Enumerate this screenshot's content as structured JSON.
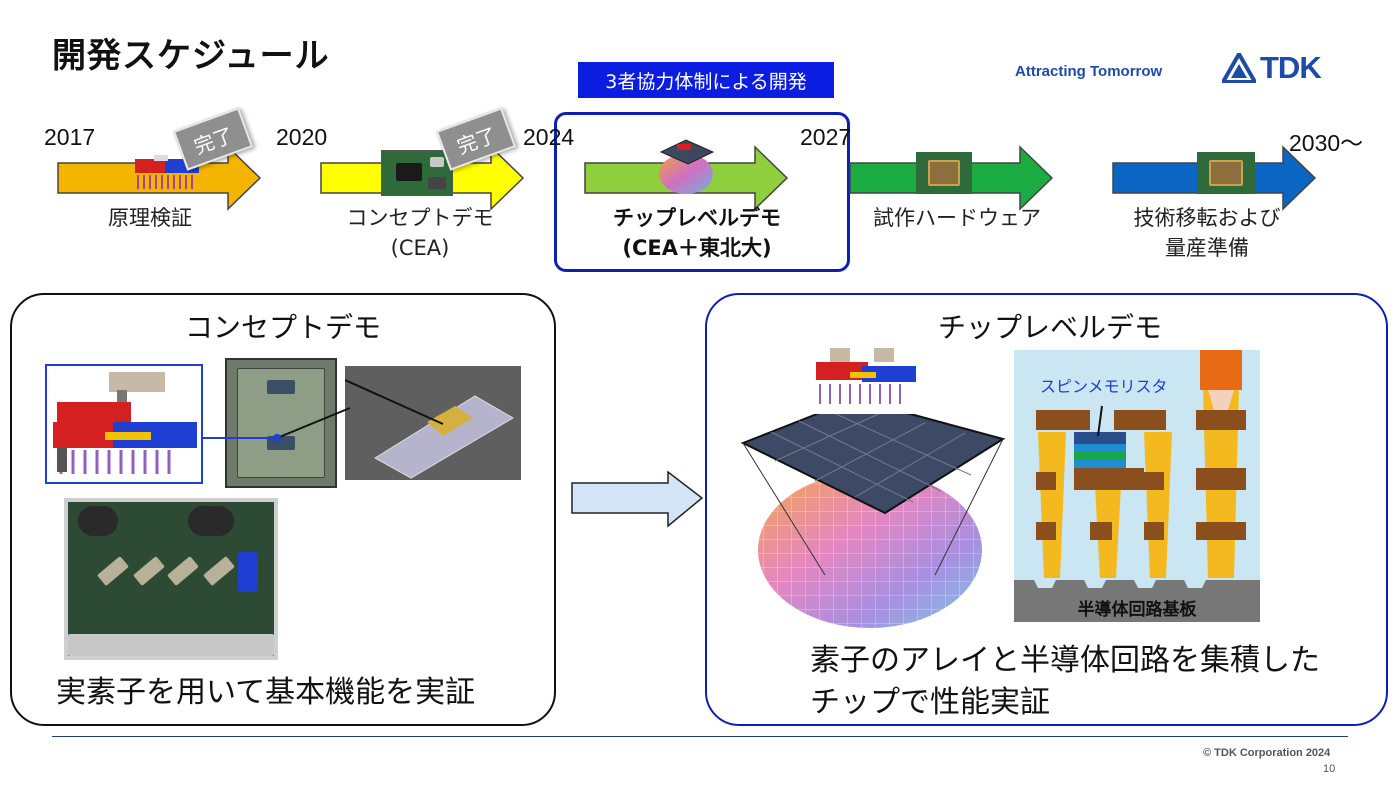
{
  "title": "開発スケジュール",
  "tagline": "Attracting Tomorrow",
  "logo_text": "TDK",
  "collab_label": "3者協力体制による開発",
  "years": [
    "2017",
    "2020",
    "2024",
    "2027",
    "2030～"
  ],
  "phases": [
    {
      "label_lines": [
        "原理検証"
      ],
      "stamp": "完了",
      "arrow_color": "#f5b400"
    },
    {
      "label_lines": [
        "コンセプトデモ",
        "(CEA)"
      ],
      "stamp": "完了",
      "arrow_color": "#ffff00"
    },
    {
      "label_lines": [
        "チップレベルデモ",
        "(CEA＋東北大)"
      ],
      "stamp": "",
      "arrow_color": "#8fcf3c"
    },
    {
      "label_lines": [
        "試作ハードウェア"
      ],
      "stamp": "",
      "arrow_color": "#1aab42"
    },
    {
      "label_lines": [
        "技術移転および",
        "量産準備"
      ],
      "stamp": "",
      "arrow_color": "#0a66c2"
    }
  ],
  "left_panel": {
    "title": "コンセプトデモ",
    "caption": "実素子を用いて基本機能を実証"
  },
  "right_panel": {
    "title": "チップレベルデモ",
    "caption_lines": [
      "素子のアレイと半導体回路を集積した",
      "チップで性能実証"
    ],
    "memristor_label": "スピンメモリスタ",
    "substrate_label": "半導体回路基板"
  },
  "colors": {
    "accent_blue": "#0d1fb0",
    "logo_blue": "#1e4aa8",
    "flow_arrow": "#d4e4f7"
  },
  "footer": {
    "copyright": "© TDK Corporation 2024",
    "page_number": "10"
  }
}
